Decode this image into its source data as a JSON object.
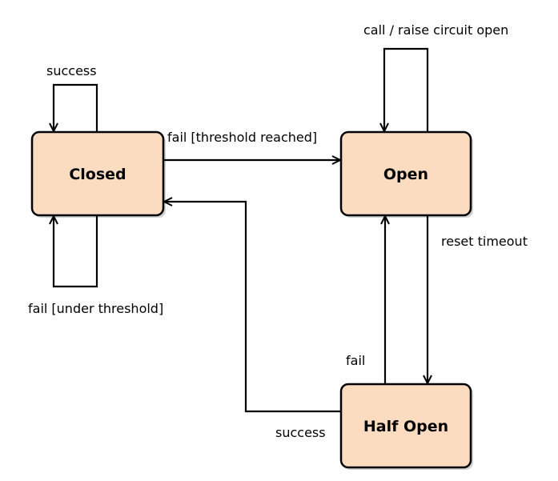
{
  "states": {
    "closed": "Closed",
    "open": "Open",
    "half_open": "Half Open"
  },
  "transitions": {
    "closed_success_loop": "success",
    "closed_fail_under_threshold": "fail [under threshold]",
    "closed_to_open": "fail [threshold reached]",
    "open_call_loop": "call / raise circuit open",
    "open_to_half_open": "reset timeout",
    "half_open_to_open": "fail",
    "half_open_to_closed": "success"
  },
  "colors": {
    "state_fill": "#fbdcc1",
    "stroke": "#000000"
  }
}
